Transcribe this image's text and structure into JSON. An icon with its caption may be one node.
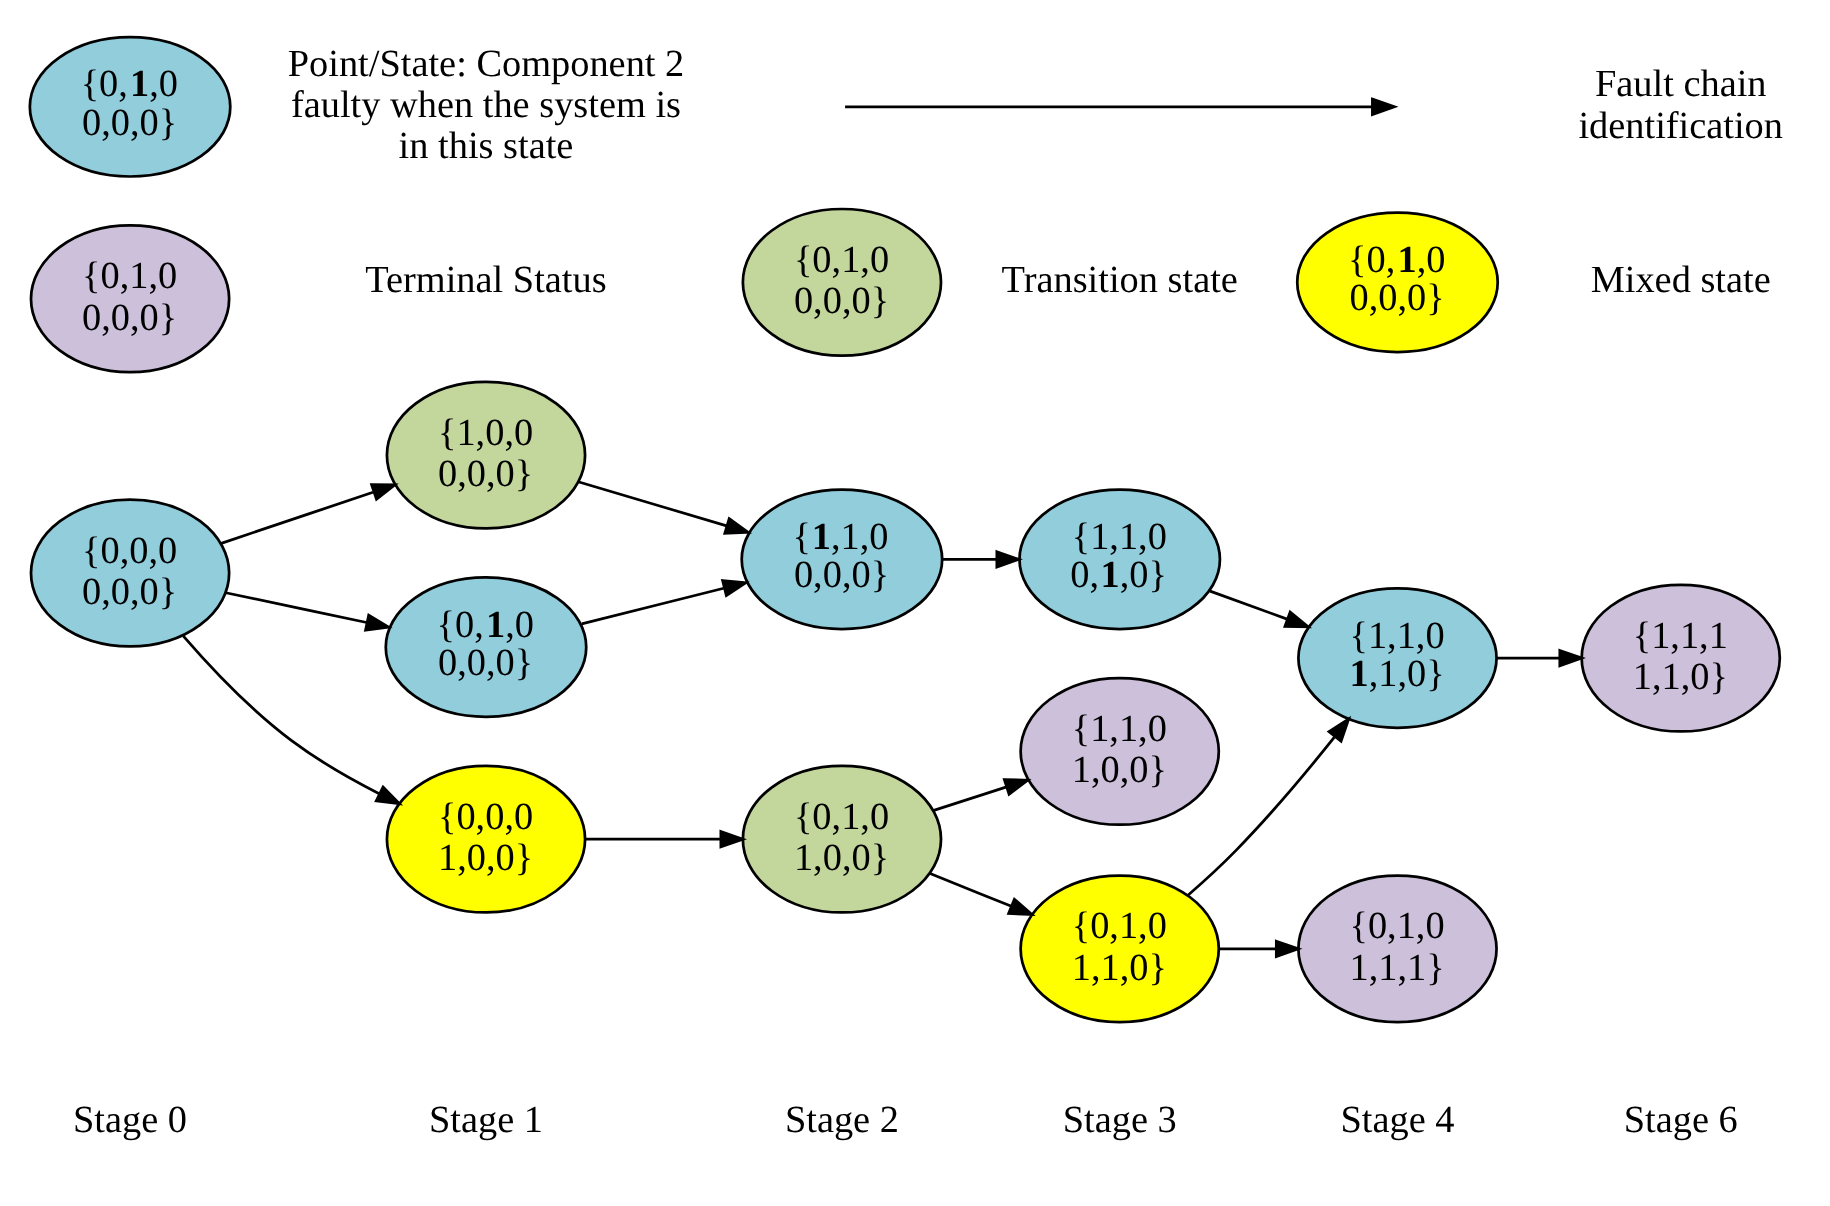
{
  "diagram": {
    "nodes": [
      {
        "text": [
          "{0,**1**,0 0,0,0}"
        ],
        "beside": [
          "Point/State: Component 2 faulty when the system is in this state"
        ]
      },
      {
        "text": [
          "{0,1,0 0,0,0}"
        ],
        "beside": [
          "Terminal Status"
        ]
      },
      {
        "text": [
          "{0,1,0 0,0,0}"
        ],
        "beside": [
          "Transition state"
        ]
      },
      {
        "text": [
          "{0,**1**,0 0,0,0}"
        ],
        "beside": [
          "Mixed state"
        ]
      },
      {
        "text": [
          "{0,0,0 0,0,0}"
        ]
      },
      {
        "text": [
          "{1,0,0 0,0,0}"
        ]
      },
      {
        "text": [
          "{0,**1**,0 0,0,0}"
        ]
      },
      {
        "text": [
          "{0,0,0 1,0,0}"
        ]
      },
      {
        "text": [
          "{**1**,1,0 0,0,0}"
        ]
      },
      {
        "text": [
          "{0,1,0 1,0,0}"
        ]
      },
      {
        "text": [
          "{1,1,0 0,**1**,0}"
        ]
      },
      {
        "text": [
          "{1,1,0 1,0,0}"
        ]
      },
      {
        "text": [
          "{0,1,0 1,1,0}"
        ]
      },
      {
        "text": [
          "{1,1,0 **1**,1,0}"
        ]
      },
      {
        "text": [
          "{0,1,0 1,1,1}"
        ]
      },
      {
        "text": [
          "{1,1,1 1,1,0}"
        ]
      }
    ],
    "edges": [
      {
        "from": 4,
        "to": 5,
        "arrow": "to"
      },
      {
        "from": 4,
        "to": 6,
        "arrow": "to"
      },
      {
        "from": 4,
        "to": 7,
        "arrow": "to"
      },
      {
        "from": 5,
        "to": 8,
        "arrow": "to"
      },
      {
        "from": 6,
        "to": 8,
        "arrow": "to"
      },
      {
        "from": 7,
        "to": 9,
        "arrow": "to"
      },
      {
        "from": 8,
        "to": 10,
        "arrow": "to"
      },
      {
        "from": 9,
        "to": 11,
        "arrow": "to"
      },
      {
        "from": 9,
        "to": 12,
        "arrow": "to"
      },
      {
        "from": 10,
        "to": 13,
        "arrow": "to"
      },
      {
        "from": 12,
        "to": 13,
        "arrow": "to"
      },
      {
        "from": 12,
        "to": 14,
        "arrow": "to"
      },
      {
        "from": 13,
        "to": 15,
        "arrow": "to"
      }
    ],
    "labels": [
      "Stage 0",
      "Stage 1",
      "Stage 2",
      "Stage 3",
      "Stage 4",
      "Stage 6"
    ],
    "legend": [
      {
        "text": "Fault chain identification"
      }
    ]
  }
}
